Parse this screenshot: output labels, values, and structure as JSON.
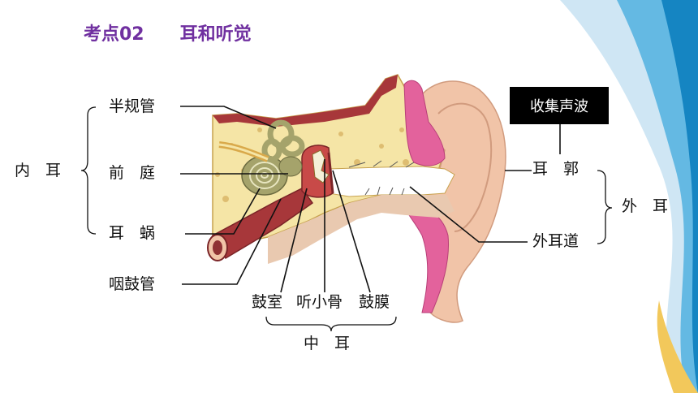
{
  "title": {
    "number": "考点02",
    "topic": "耳和听觉"
  },
  "callout": "收集声波",
  "labels": {
    "semicircular_canals": "半规管",
    "vestibule": "前　庭",
    "cochlea": "耳　蜗",
    "eustachian_tube": "咽鼓管",
    "inner_ear": "内　耳",
    "auricle": "耳　郭",
    "ear_canal": "外耳道",
    "outer_ear": "外　耳",
    "tympanic_cavity": "鼓室",
    "ossicles": "听小骨",
    "eardrum": "鼓膜",
    "middle_ear": "中　耳"
  },
  "colors": {
    "title": "#7030a0",
    "wave_light": "#cfe6f4",
    "wave_mid": "#64b9e3",
    "wave_dark": "#1585c2",
    "wave_gold": "#f2c85b",
    "bone": "#f5e5a6",
    "bone_dark": "#d9b465",
    "cartilage": "#e3629c",
    "skin": "#f1c4a8",
    "tissue": "#a7373a",
    "cochlea": "#a5a36b"
  }
}
